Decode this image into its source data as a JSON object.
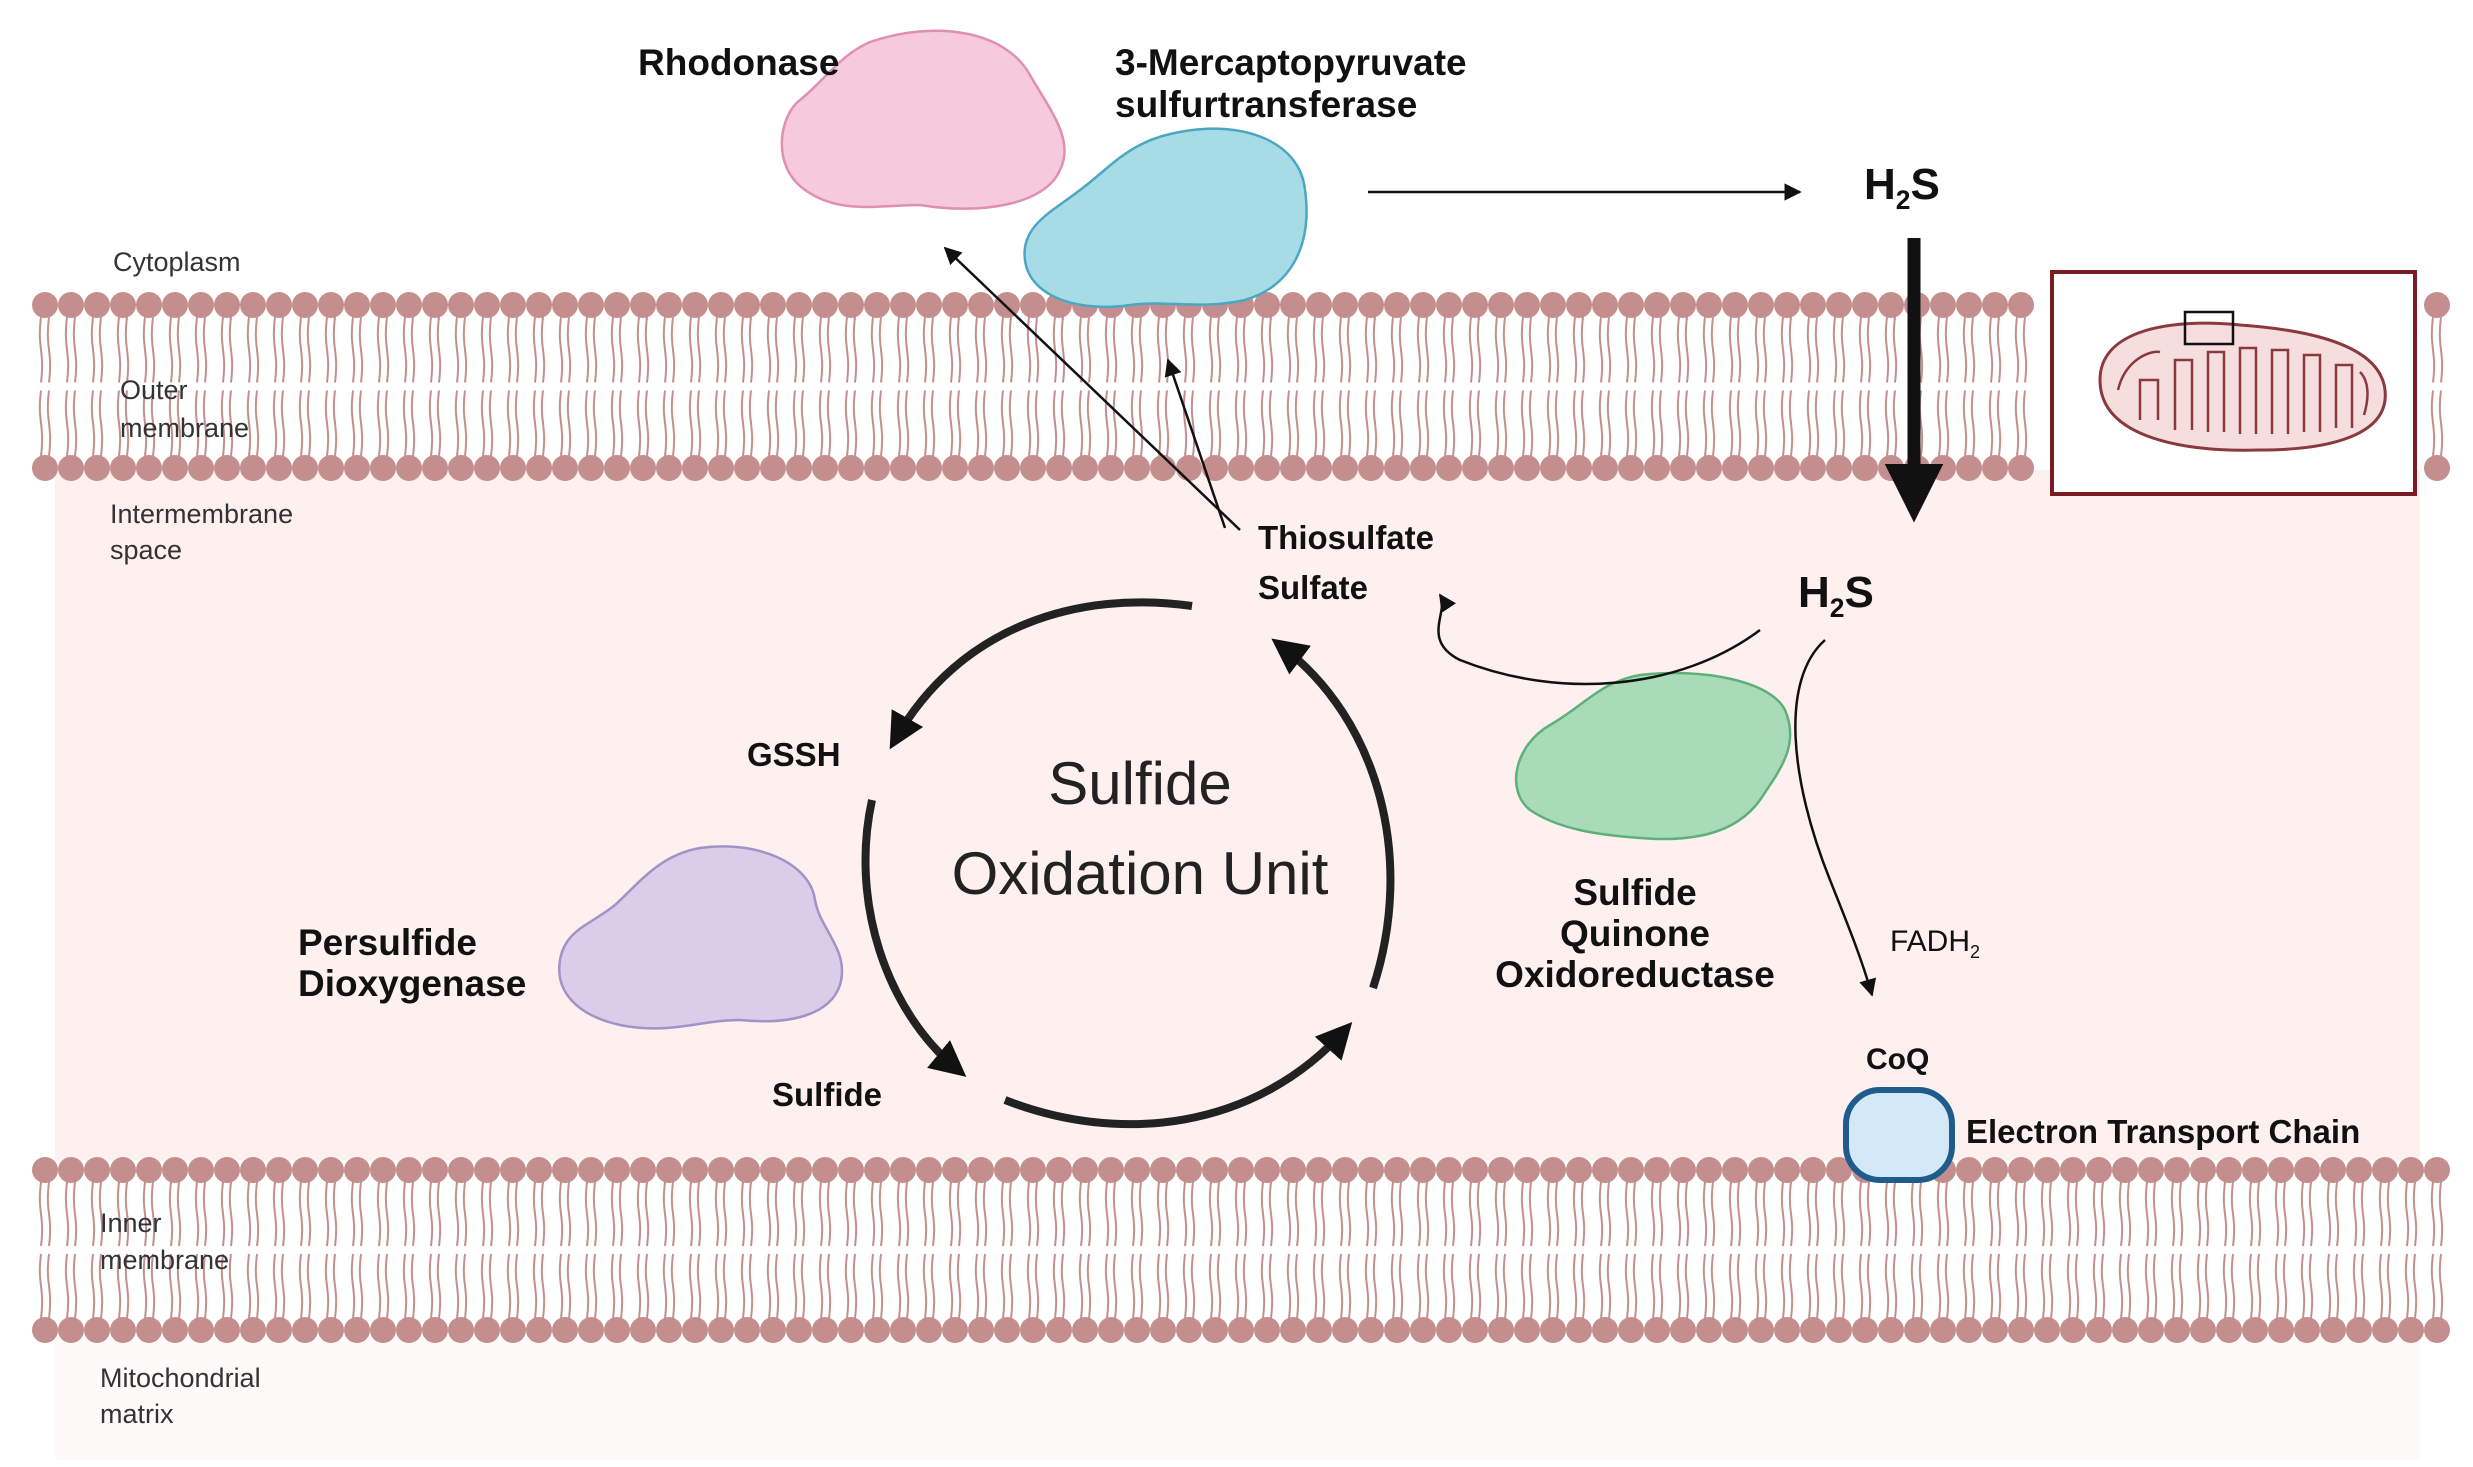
{
  "regions": {
    "cytoplasm": "Cytoplasm",
    "outer_membrane": [
      "Outer",
      "membrane"
    ],
    "intermembrane_space": [
      "Intermembrane",
      "space"
    ],
    "inner_membrane": [
      "Inner",
      "membrane"
    ],
    "matrix": [
      "Mitochondrial",
      "matrix"
    ]
  },
  "enzymes": {
    "rhodonase": "Rhodonase",
    "mpst": [
      "3-Mercaptopyruvate",
      "sulfurtransferase"
    ],
    "sqr": [
      "Sulfide",
      "Quinone",
      "Oxidoreductase"
    ],
    "pdo": [
      "Persulfide",
      "Dioxygenase"
    ]
  },
  "metabolites": {
    "h2s_base": "H",
    "h2s_sub": "2",
    "h2s_tail": "S",
    "thiosulfate": "Thiosulfate",
    "sulfate": "Sulfate",
    "gssh": "GSSH",
    "sulfide": "Sulfide",
    "fadh_base": "FADH",
    "fadh_sub": "2",
    "coq": "CoQ",
    "etc": "Electron Transport Chain"
  },
  "center": [
    "Sulfide",
    "Oxidation Unit"
  ],
  "colors": {
    "ims_fill": "#fdf0ef",
    "lipid_head": "#c48e8e",
    "rhodonase": "#f7c9dc",
    "mpst": "#a7dbe6",
    "sqr": "#a9dbb9",
    "pdo": "#d9cdea",
    "coq": "#d3e9f7",
    "inset_border": "#7a1c22"
  }
}
